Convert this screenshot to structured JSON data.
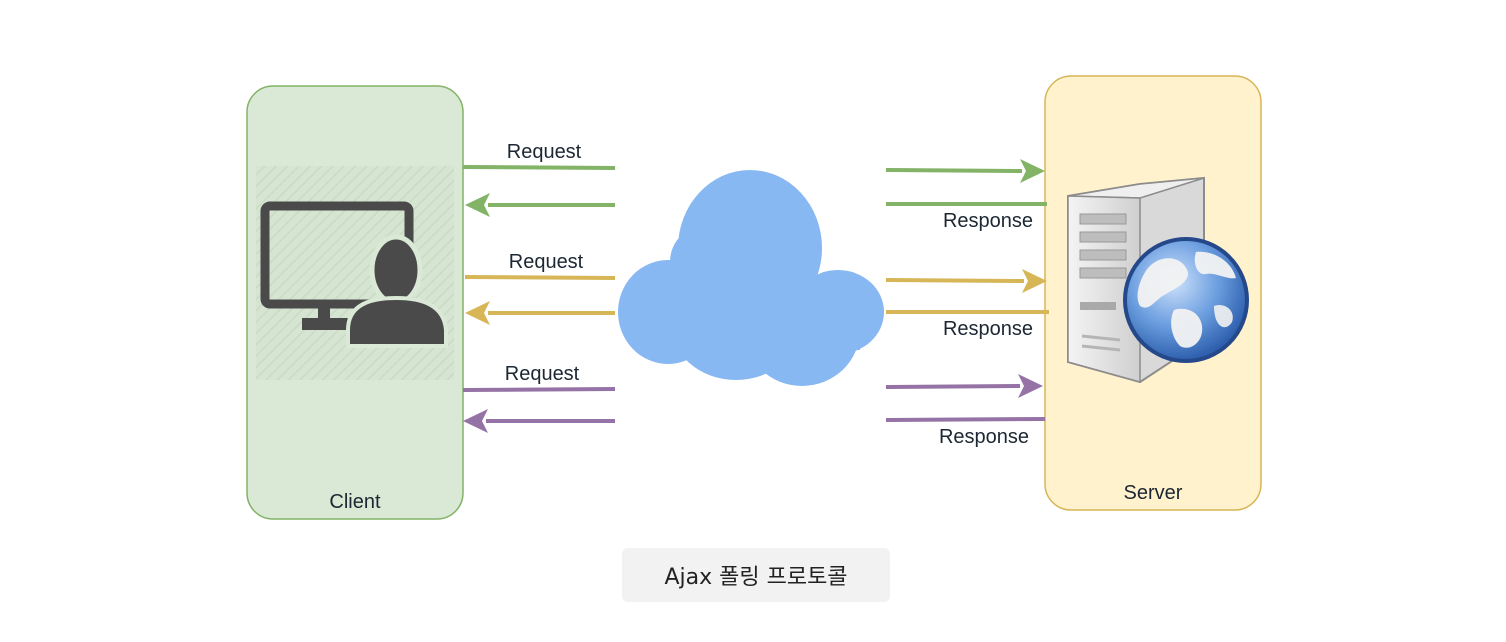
{
  "client": {
    "label": "Client",
    "fill": "#dae8d6",
    "stroke": "#82b366"
  },
  "server": {
    "label": "Server",
    "fill": "#fff2cc",
    "stroke": "#d6b656"
  },
  "exchanges": [
    {
      "request_label": "Request",
      "response_label": "Response",
      "color": "#82b366"
    },
    {
      "request_label": "Request",
      "response_label": "Response",
      "color": "#d6b656"
    },
    {
      "request_label": "Request",
      "response_label": "Response",
      "color": "#9673a6"
    }
  ],
  "cloud": {
    "color": "#88b8f2"
  },
  "caption": "Ajax 폴링 프로토콜",
  "icons": {
    "client": "user-at-monitor-icon",
    "server": "web-server-globe-icon",
    "network": "cloud-icon"
  }
}
